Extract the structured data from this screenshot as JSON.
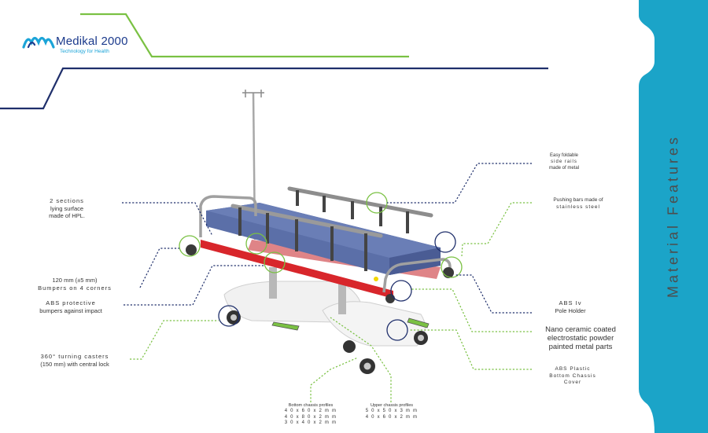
{
  "brand": {
    "name": "Medikal 2000",
    "tagline": "Technology for Health"
  },
  "sidebar": {
    "title": "Material Features",
    "color": "#1ba4c8"
  },
  "colors": {
    "green": "#7ac143",
    "navy": "#1f2f6b",
    "mattress": "#5b6fa8",
    "chassis_red": "#d8262b"
  },
  "features": {
    "lying_surface": [
      "2 sections",
      "lying surface",
      "made of HPL."
    ],
    "bumpers_corners": [
      "120 mm (±5 mm)",
      "Bumpers on 4 corners"
    ],
    "abs_bumpers": [
      "ABS protective",
      "bumpers against impact"
    ],
    "casters": [
      "360° turning casters",
      "(150 mm) with central lock"
    ],
    "side_rails": [
      "Easy foldable",
      "side rails",
      "made of metal"
    ],
    "pushing_bars": [
      "Pushing bars made of",
      "stainless steel"
    ],
    "pole_holder": [
      "ABS Iv",
      "Pole Holder"
    ],
    "painted_parts": [
      "Nano ceramic coated",
      "electrostatic powder",
      "painted metal parts"
    ],
    "bottom_cover": [
      "ABS Plastic",
      "Bottom Chassis",
      "Cover"
    ],
    "bottom_profiles": [
      "Bottom chassis profiles",
      "4 0 x 6 0 x 2 m m",
      "4 0 x 8 0 x 2 m m",
      "3 0 x 4 0 x 2 m m"
    ],
    "upper_profiles": [
      "Upper chassis profiles",
      "5 0 x 5 0 x 3 m m",
      "4 0 x 6 0 x 2 m m"
    ]
  }
}
